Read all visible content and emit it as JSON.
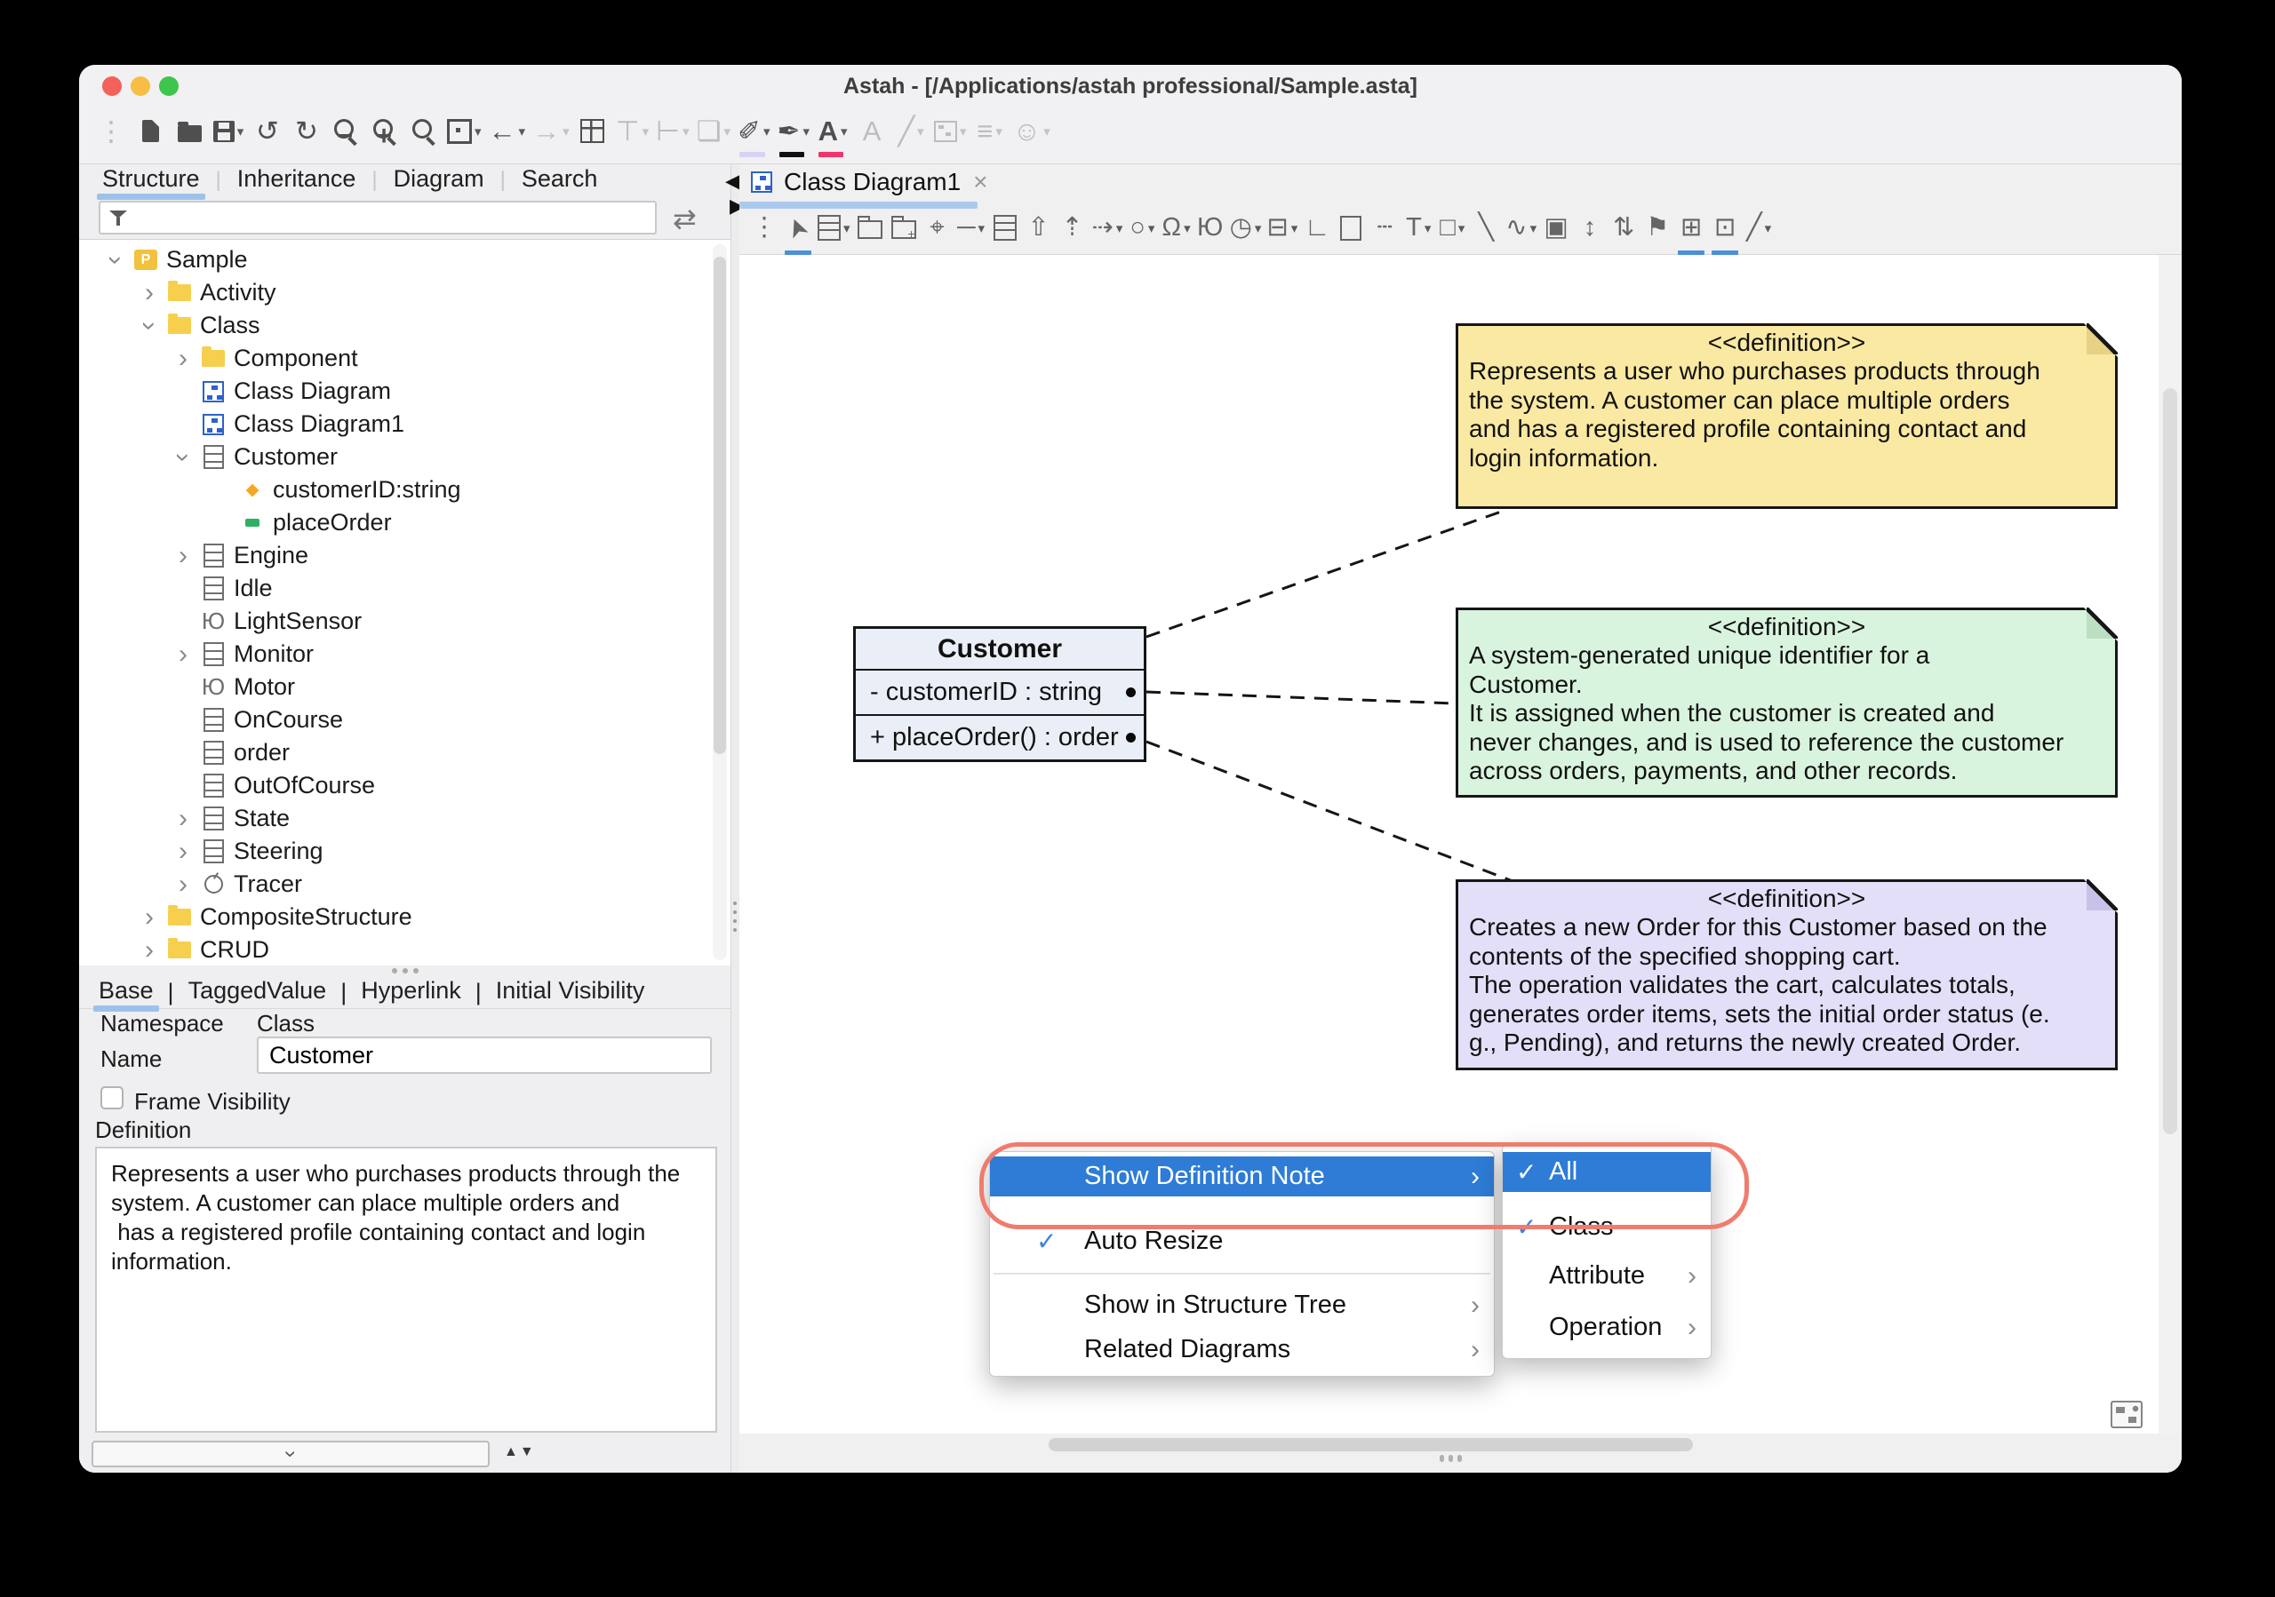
{
  "window": {
    "title": "Astah - [/Applications/astah professional/Sample.asta]"
  },
  "colors": {
    "traffic_close": "#f4605a",
    "traffic_min": "#f7bd45",
    "traffic_max": "#3ec54b",
    "menu_highlight": "#2e7cd6",
    "annotation_red": "#ef7c6e",
    "note_yellow": "#fae9a2",
    "note_green": "#d9f4de",
    "note_purple": "#e4dff8",
    "class_fill": "#eaeef6",
    "tab_underline": "#9cc2ec",
    "active_tool_underline": "#4a90d9"
  },
  "main_toolbar": {
    "icons": [
      {
        "name": "toolbar-grip",
        "glyph": "⋮",
        "dim": true
      },
      {
        "name": "new-file",
        "cls": "i-file"
      },
      {
        "name": "open-file",
        "cls": "i-open"
      },
      {
        "name": "save",
        "cls": "i-save",
        "dropdown": true
      },
      {
        "name": "undo",
        "glyph": "↺"
      },
      {
        "name": "redo",
        "glyph": "↻"
      },
      {
        "name": "zoom-out",
        "cls": "i-mag m-minus"
      },
      {
        "name": "zoom-in",
        "cls": "i-mag m-plus"
      },
      {
        "name": "zoom-reset",
        "cls": "i-mag"
      },
      {
        "name": "fit-to-window",
        "cls": "i-fit",
        "dropdown": true
      },
      {
        "name": "back",
        "glyph": "←",
        "dropdown": true
      },
      {
        "name": "forward",
        "glyph": "→",
        "dropdown": true,
        "dim": true
      },
      {
        "name": "diagram-map",
        "cls": "i-grid"
      },
      {
        "name": "align-vertical",
        "glyph": "⊤",
        "dropdown": true,
        "dim": true
      },
      {
        "name": "align-horizontal",
        "glyph": "⊢",
        "dropdown": true,
        "dim": true
      },
      {
        "name": "copy-style",
        "glyph": "❏",
        "dropdown": true,
        "dim": true
      },
      {
        "name": "fill-color",
        "glyph": "✐",
        "dropdown": true,
        "accent": "#d9d2f5"
      },
      {
        "name": "line-color",
        "glyph": "✒",
        "dropdown": true,
        "accent": "#111111"
      },
      {
        "name": "font-color",
        "glyph": "A",
        "dropdown": true,
        "accent": "#f0356b",
        "bold": true
      },
      {
        "name": "font-style",
        "glyph": "A",
        "dim": true
      },
      {
        "name": "line-style",
        "glyph": "╱",
        "dropdown": true,
        "dim": true
      },
      {
        "name": "hierarchy",
        "cls": "i-tree",
        "dropdown": true,
        "dim": true
      },
      {
        "name": "detail-level",
        "glyph": "≡",
        "dropdown": true,
        "dim": true
      },
      {
        "name": "emoticon",
        "glyph": "☺",
        "dropdown": true,
        "dim": true
      }
    ]
  },
  "left_panel": {
    "tabs": [
      "Structure",
      "Inheritance",
      "Diagram",
      "Search"
    ],
    "active_tab": "Structure",
    "filter_value": "",
    "tree": {
      "items": [
        {
          "label": "Sample",
          "icon": "project",
          "state": "expanded",
          "level": 0
        },
        {
          "label": "Activity",
          "icon": "folder",
          "state": "collapsed",
          "level": 1
        },
        {
          "label": "Class",
          "icon": "folder",
          "state": "expanded",
          "level": 1
        },
        {
          "label": "Component",
          "icon": "folder",
          "state": "collapsed",
          "level": 2
        },
        {
          "label": "Class Diagram",
          "icon": "diagram",
          "state": "none",
          "level": 2
        },
        {
          "label": "Class Diagram1",
          "icon": "diagram",
          "state": "none",
          "level": 2
        },
        {
          "label": "Customer",
          "icon": "class",
          "state": "expanded",
          "level": 2
        },
        {
          "label": "customerID:string",
          "icon": "attribute",
          "state": "none",
          "level": 3
        },
        {
          "label": "placeOrder",
          "icon": "operation",
          "state": "none",
          "level": 3
        },
        {
          "label": "Engine",
          "icon": "class",
          "state": "collapsed",
          "level": 2
        },
        {
          "label": "Idle",
          "icon": "class",
          "state": "none",
          "level": 2
        },
        {
          "label": "LightSensor",
          "icon": "interface",
          "state": "none",
          "level": 2
        },
        {
          "label": "Monitor",
          "icon": "class",
          "state": "collapsed",
          "level": 2
        },
        {
          "label": "Motor",
          "icon": "interface",
          "state": "none",
          "level": 2
        },
        {
          "label": "OnCourse",
          "icon": "class",
          "state": "none",
          "level": 2
        },
        {
          "label": "order",
          "icon": "class",
          "state": "none",
          "level": 2
        },
        {
          "label": "OutOfCourse",
          "icon": "class",
          "state": "none",
          "level": 2
        },
        {
          "label": "State",
          "icon": "class",
          "state": "collapsed",
          "level": 2
        },
        {
          "label": "Steering",
          "icon": "class",
          "state": "collapsed",
          "level": 2
        },
        {
          "label": "Tracer",
          "icon": "control",
          "state": "collapsed",
          "level": 2
        },
        {
          "label": "CompositeStructure",
          "icon": "folder",
          "state": "collapsed",
          "level": 1
        },
        {
          "label": "CRUD",
          "icon": "folder",
          "state": "collapsed",
          "level": 1
        }
      ]
    },
    "props": {
      "tabs": [
        "Base",
        "TaggedValue",
        "Hyperlink",
        "Initial Visibility"
      ],
      "active_tab": "Base",
      "namespace_label": "Namespace",
      "namespace_value": "Class",
      "name_label": "Name",
      "name_value": "Customer",
      "frame_visibility_label": "Frame Visibility",
      "frame_visibility_checked": false,
      "definition_label": "Definition",
      "definition_text": "Represents a user who purchases products through the\nsystem. A customer can place multiple orders and\n has a registered profile containing contact and login\ninformation."
    }
  },
  "diagram": {
    "tab": {
      "label": "Class Diagram1",
      "close": "×"
    },
    "toolbar": {
      "icons": [
        {
          "name": "toolbar-grip",
          "glyph": "⋮",
          "dim": true
        },
        {
          "name": "select-tool",
          "glyph": "➤",
          "cls": "rot-select",
          "active": true
        },
        {
          "name": "class-tool",
          "cls": "i-cbox",
          "dropdown": true
        },
        {
          "name": "package-tool",
          "cls": "i-pkg"
        },
        {
          "name": "subsystem-tool",
          "cls": "i-pkg p-plus"
        },
        {
          "name": "anchor-tool",
          "glyph": "⌖"
        },
        {
          "name": "association-tool",
          "glyph": "─",
          "dropdown": true
        },
        {
          "name": "association-class-tool",
          "cls": "i-cbox"
        },
        {
          "name": "generalization-tool",
          "glyph": "⇧"
        },
        {
          "name": "realization-tool",
          "glyph": "⇡"
        },
        {
          "name": "dependency-tool",
          "glyph": "⇢",
          "dropdown": true
        },
        {
          "name": "instance-tool",
          "glyph": "○",
          "dropdown": true
        },
        {
          "name": "interface-tool",
          "glyph": "Ω",
          "dropdown": true
        },
        {
          "name": "required-interface-tool",
          "glyph": "Ю"
        },
        {
          "name": "control-tool",
          "glyph": "◷",
          "dropdown": true
        },
        {
          "name": "usecase-tool",
          "glyph": "⊟",
          "dropdown": true
        },
        {
          "name": "corner-tool",
          "glyph": "∟"
        },
        {
          "name": "note-tool",
          "cls": "i-note"
        },
        {
          "name": "dotted-line-tool",
          "glyph": "┄"
        },
        {
          "name": "text-tool",
          "glyph": "T",
          "dropdown": true
        },
        {
          "name": "rect-tool",
          "glyph": "□",
          "dropdown": true
        },
        {
          "name": "diagonal-line-tool",
          "glyph": "╲"
        },
        {
          "name": "curve-tool",
          "glyph": "∿",
          "dropdown": true
        },
        {
          "name": "image-tool",
          "glyph": "▣"
        },
        {
          "name": "vertical-space-tool",
          "glyph": "↕"
        },
        {
          "name": "compress-tool",
          "glyph": "⇅"
        },
        {
          "name": "pin-tool",
          "glyph": "⚑"
        },
        {
          "name": "frame-plus-tool",
          "glyph": "⊞",
          "underline": true
        },
        {
          "name": "frame-edit-tool",
          "glyph": "⊡",
          "underline": true
        },
        {
          "name": "connector-style-tool",
          "glyph": "╱",
          "dropdown": true
        }
      ]
    },
    "class_box": {
      "name": "Customer",
      "attribute": "- customerID : string",
      "operation": "+ placeOrder() : order"
    },
    "notes": [
      {
        "stereotype": "<<definition>>",
        "body": "Represents a user who purchases products through\nthe system. A customer can place multiple orders\nand has a registered profile containing contact and\nlogin information.",
        "color": "#fae9a2"
      },
      {
        "stereotype": "<<definition>>",
        "body": "A system-generated unique identifier for a\nCustomer.\nIt is assigned when the customer is created and\nnever changes, and is used to reference the customer\nacross orders, payments, and other records.",
        "color": "#d9f4de"
      },
      {
        "stereotype": "<<definition>>",
        "body": "Creates a new Order for this Customer based on the\ncontents of the specified shopping cart.\nThe operation validates the cart, calculates totals,\ngenerates order items, sets the initial order status (e.\ng., Pending), and returns the newly created Order.",
        "color": "#e4dff8"
      }
    ],
    "context_menu": {
      "items": [
        {
          "label": "Show Definition Note",
          "arrow": true,
          "highlighted": true
        },
        {
          "label": "Auto Resize",
          "checked": true
        },
        {
          "label": "Show in Structure Tree",
          "arrow": true
        },
        {
          "label": "Related Diagrams",
          "arrow": true
        }
      ],
      "submenu": {
        "items": [
          {
            "label": "All",
            "checked": true,
            "highlighted": true
          },
          {
            "label": "Class",
            "checked": true
          },
          {
            "label": "Attribute",
            "arrow": true
          },
          {
            "label": "Operation",
            "arrow": true
          }
        ]
      },
      "check_glyph": "✓",
      "arrow_glyph": "›"
    }
  }
}
